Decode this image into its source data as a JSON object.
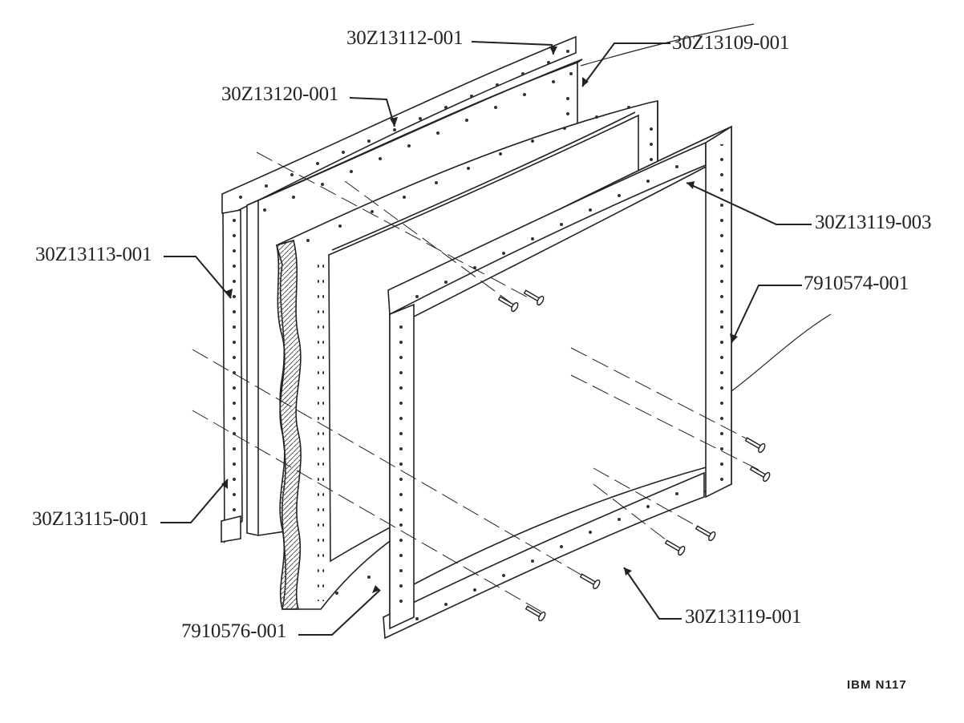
{
  "figure": {
    "code": "IBM N117",
    "callouts": [
      {
        "id": "c1",
        "part": "30Z13112-001"
      },
      {
        "id": "c2",
        "part": "30Z13109-001"
      },
      {
        "id": "c3",
        "part": "30Z13120-001"
      },
      {
        "id": "c4",
        "part": "30Z13113-001"
      },
      {
        "id": "c5",
        "part": "30Z13119-003"
      },
      {
        "id": "c6",
        "part": "7910574-001"
      },
      {
        "id": "c7",
        "part": "30Z13115-001"
      },
      {
        "id": "c8",
        "part": "7910576-001"
      },
      {
        "id": "c9",
        "part": "30Z13119-001"
      }
    ]
  },
  "colors": {
    "ink": "#222222",
    "paper": "#ffffff"
  }
}
